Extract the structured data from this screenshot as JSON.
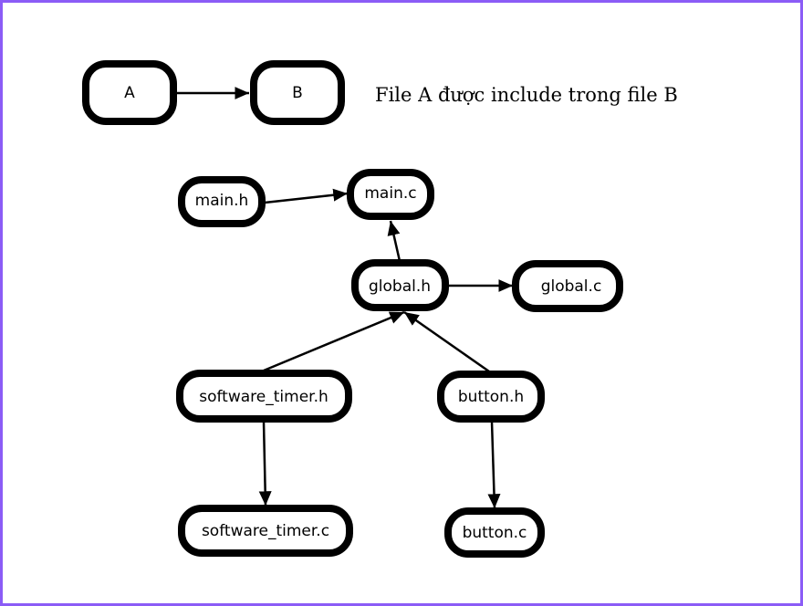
{
  "legend": {
    "source_node": "A",
    "target_node": "B",
    "caption": "File A được include trong file B"
  },
  "colors": {
    "frame_border": "#8b5cf6",
    "node_border": "#000000",
    "background": "#ffffff"
  },
  "nodes": {
    "main_h": "main.h",
    "main_c": "main.c",
    "global_h": "global.h",
    "global_c": "global.c",
    "software_timer_h": "software_timer.h",
    "button_h": "button.h",
    "software_timer_c": "software_timer.c",
    "button_c": "button.c"
  },
  "edges": [
    {
      "from": "legend_a",
      "to": "legend_b"
    },
    {
      "from": "main_h",
      "to": "main_c"
    },
    {
      "from": "global_h",
      "to": "main_c"
    },
    {
      "from": "global_h",
      "to": "global_c"
    },
    {
      "from": "software_timer_h",
      "to": "global_h"
    },
    {
      "from": "button_h",
      "to": "global_h"
    },
    {
      "from": "software_timer_h",
      "to": "software_timer_c"
    },
    {
      "from": "button_h",
      "to": "button_c"
    }
  ]
}
